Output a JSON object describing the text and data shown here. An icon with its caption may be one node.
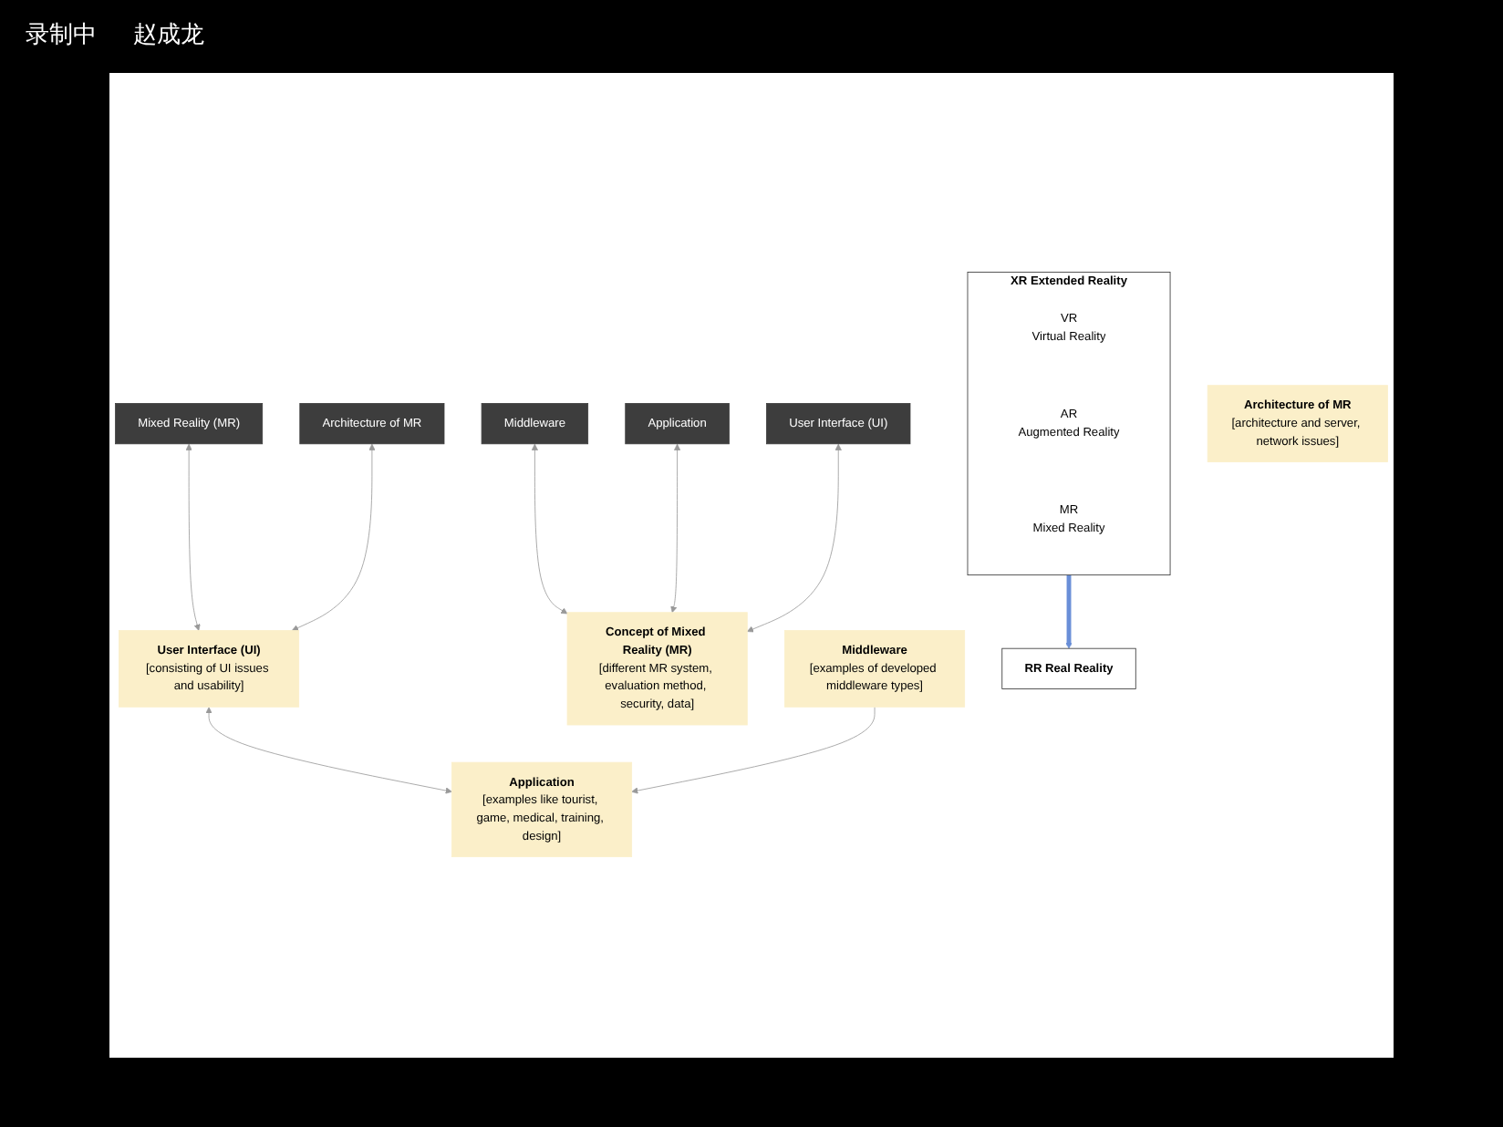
{
  "diagram": {
    "nodes": [
      {
        "text": [
          "Mixed Reality (MR)"
        ]
      },
      {
        "text": [
          "Architecture of MR"
        ]
      },
      {
        "text": [
          "Middleware"
        ]
      },
      {
        "text": [
          "Application"
        ]
      },
      {
        "text": [
          "User Interface (UI)"
        ]
      },
      {
        "text": [
          "User Interface (UI)",
          "[consisting of UI issues and usability]"
        ]
      },
      {
        "text": [
          "Concept of Mixed Reality (MR)",
          "[different MR system, evaluation method, security, data]"
        ]
      },
      {
        "text": [
          "Architecture of MR",
          "[architecture and server, network issues]"
        ]
      },
      {
        "text": [
          "Middleware",
          "[examples of developed middleware types]"
        ]
      },
      {
        "text": [
          "Application",
          "[examples like tourist, game, medical, training, design]"
        ]
      },
      {
        "text": [
          "XR Extended Reality"
        ]
      },
      {
        "text": [
          "VR",
          "Virtual Reality"
        ],
        "in": 10
      },
      {
        "text": [
          "AR",
          "Augmented Reality"
        ],
        "in": 10
      },
      {
        "text": [
          "MR",
          "Mixed Reality"
        ],
        "in": 10
      },
      {
        "text": [
          "RR Real Reality"
        ]
      }
    ],
    "edges": [
      {
        "from": 0,
        "to": 5,
        "arrow": "both"
      },
      {
        "from": 1,
        "to": 5,
        "arrow": "both"
      },
      {
        "from": 2,
        "to": 6,
        "arrow": "both"
      },
      {
        "from": 3,
        "to": 6,
        "arrow": "both"
      },
      {
        "from": 4,
        "to": 6,
        "arrow": "both"
      },
      {
        "from": 5,
        "to": 9,
        "arrow": "both"
      },
      {
        "from": 8,
        "to": 9,
        "arrow": "to"
      },
      {
        "from": 10,
        "to": 14,
        "arrow": "to",
        "style": "thick",
        "color": "#6a8fd8"
      }
    ],
    "labels": [
      "录制中",
      "赵成龙"
    ]
  }
}
